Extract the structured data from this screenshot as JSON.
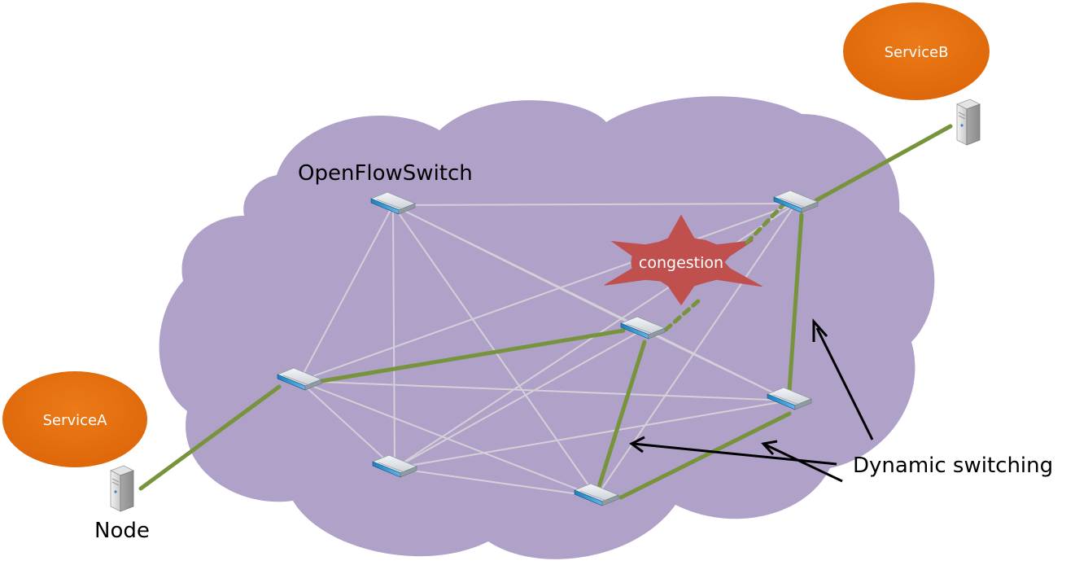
{
  "labels": {
    "service_a": "ServiceA",
    "service_b": "ServiceB",
    "node": "Node",
    "switch": "OpenFlowSwitch",
    "congestion": "congestion",
    "dynamic": "Dynamic switching"
  },
  "colors": {
    "cloud": "#b0a1c8",
    "service": "#e46c0a",
    "active_path": "#77933c",
    "mesh": "#d4d0d8",
    "congestion": "#c0504d",
    "arrow": "#000000"
  },
  "icons": {
    "switch": "openflow-switch-icon",
    "server": "server-icon"
  }
}
